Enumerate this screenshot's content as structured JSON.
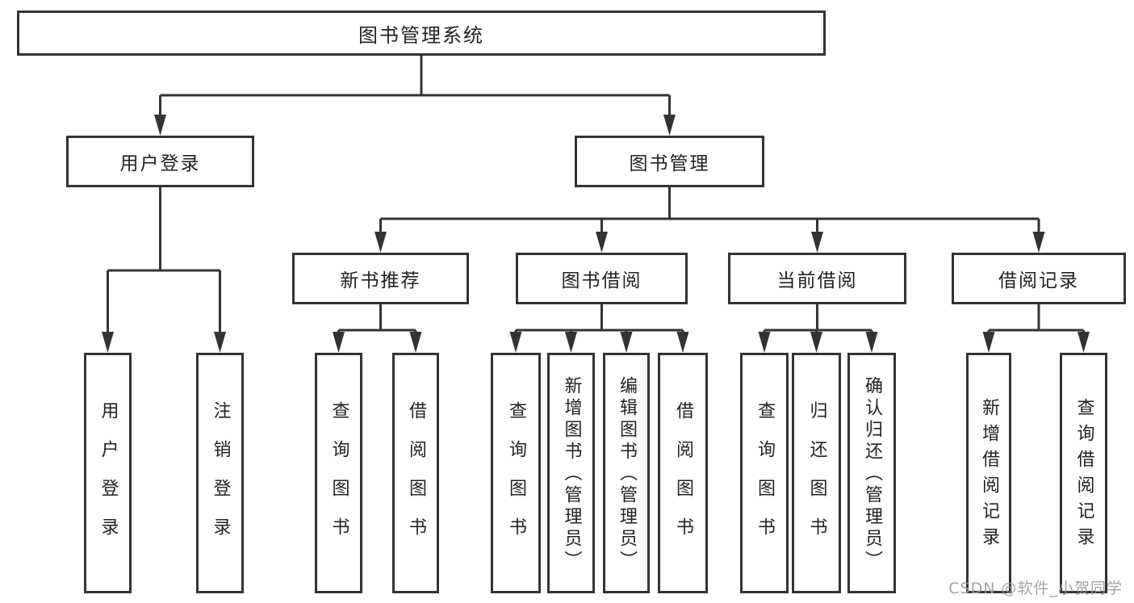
{
  "diagram": {
    "title": "图书管理系统",
    "colors": {
      "line": "#333333",
      "text": "#222222",
      "watermark": "#9a9a9a",
      "background": "#ffffff"
    },
    "tree": {
      "label": "图书管理系统",
      "children": [
        {
          "label": "用户登录",
          "children": [
            {
              "label": "用户登录"
            },
            {
              "label": "注销登录"
            }
          ]
        },
        {
          "label": "图书管理",
          "children": [
            {
              "label": "新书推荐",
              "children": [
                {
                  "label": "查询图书"
                },
                {
                  "label": "借阅图书"
                }
              ]
            },
            {
              "label": "图书借阅",
              "children": [
                {
                  "label": "查询图书"
                },
                {
                  "label": "新增图书（管理员）"
                },
                {
                  "label": "编辑图书（管理员）"
                },
                {
                  "label": "借阅图书"
                }
              ]
            },
            {
              "label": "当前借阅",
              "children": [
                {
                  "label": "查询图书"
                },
                {
                  "label": "归还图书"
                },
                {
                  "label": "确认归还（管理员）"
                }
              ]
            },
            {
              "label": "借阅记录",
              "children": [
                {
                  "label": "新增借阅记录"
                },
                {
                  "label": "查询借阅记录"
                }
              ]
            }
          ]
        }
      ]
    },
    "watermark": {
      "text": "CSDN @软件_小贺同学"
    }
  }
}
